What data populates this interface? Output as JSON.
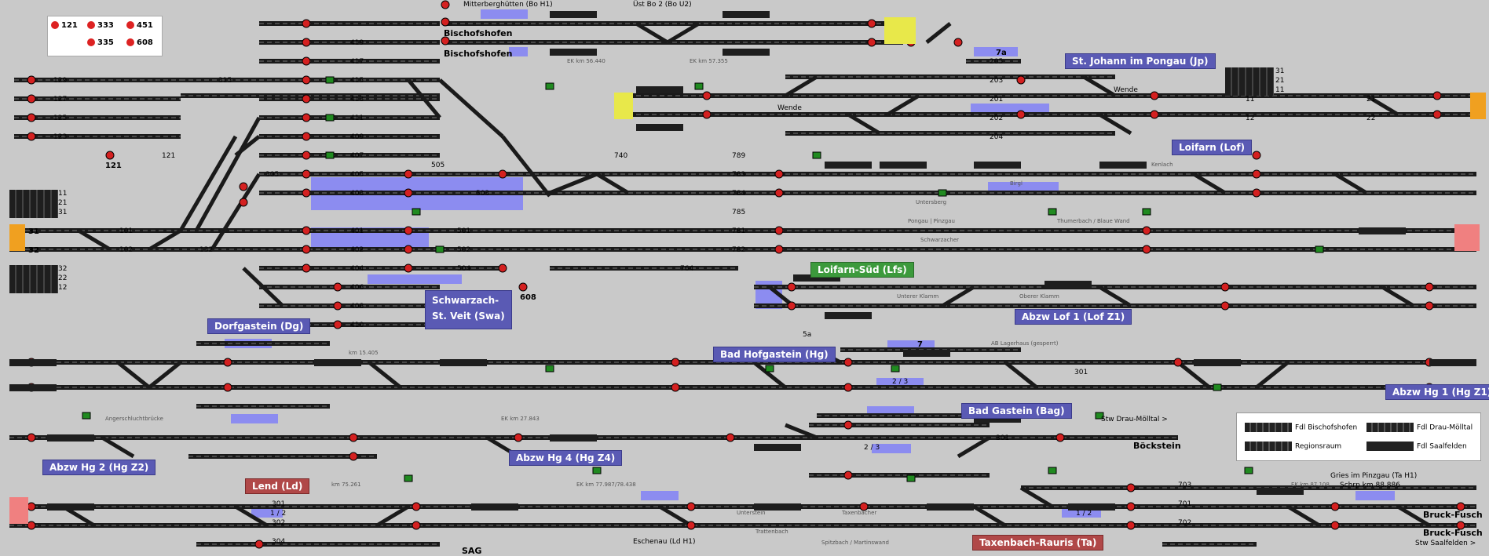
{
  "colors": {
    "background": "#c9c9c9",
    "track": "#1a1a1a",
    "track_occupied_blue": "#8c8cf0",
    "signal_red": "#d42020",
    "signal_green": "#208a20",
    "station_label": "#5a5ab4",
    "station_green": "#3c9a3c",
    "station_red": "#b04848",
    "boundary_orange": "#f0a020",
    "boundary_red": "#f08080",
    "boundary_yellow": "#e8e84a",
    "boundary_green": "#60e060"
  },
  "counters": [
    {
      "label": "121"
    },
    {
      "label": "333"
    },
    {
      "label": "451"
    },
    {
      "label": "335"
    },
    {
      "label": "608"
    }
  ],
  "stations": {
    "bischofshofen_1": "Bischofshofen",
    "bischofshofen_2": "Bischofshofen",
    "mitterberghuetten": "Mitterberghütten (Bo H1)",
    "uest_bo2": "Üst Bo 2 (Bo U2)",
    "st_johann": "St. Johann im Pongau (Jp)",
    "loifarn": "Loifarn (Lof)",
    "loifarn_sued": "Loifarn-Süd (Lfs)",
    "dorfgastein": "Dorfgastein (Dg)",
    "schwarzach_1": "Schwarzach-",
    "schwarzach_2": "St. Veit (Swa)",
    "abzw_lof1": "Abzw Lof 1 (Lof Z1)",
    "bad_hofgastein": "Bad Hofgastein (Hg)",
    "abzw_hg1": "Abzw Hg 1 (Hg Z1)",
    "bad_gastein": "Bad Gastein (Bag)",
    "abzw_hg2": "Abzw Hg 2 (Hg Z2)",
    "abzw_hg4": "Abzw Hg 4 (Hg Z4)",
    "lend": "Lend (Ld)",
    "boeckstein": "Böckstein",
    "taxenbach": "Taxenbach-Rauris (Ta)",
    "bruck_fusch_1": "Bruck-Fusch",
    "bruck_fusch_2": "Bruck-Fusch",
    "sag": "SAG",
    "eschenau": "Eschenau (Ld H1)",
    "gries": "Gries im Pinzgau (Ta H1)",
    "schrp": "Schrp km 88.886",
    "stw_saalfelden": "Stw Saalfelden >",
    "stw_drau": "Stw Drau-Mölltal >"
  },
  "places": {
    "wende_1": "Wende",
    "wende_2": "Wende",
    "kenlach": "Kenlach",
    "birgl": "Birgl",
    "untersberg": "Untersberg",
    "pongau": "Pongau | Pinzgau",
    "thumerbach": "Thumerbach / Blaue Wand",
    "schwarzacher": "Schwarzacher",
    "unterer_klamm": "Unterer Klamm",
    "oberer_klamm": "Oberer Klamm",
    "ab_lagerhaus": "AB Lagerhaus (gesperrt)",
    "angerschlucht": "Angerschluchtbrücke",
    "unterstein": "Unterstein",
    "taxenbacher": "Taxenbacher",
    "trattenbach": "Trattenbach",
    "spitzbach": "Spitzbach / Martinswand",
    "ek_56": "EK km 56.440",
    "ek_57": "EK km 57.355",
    "ek_27": "EK km 27.843",
    "ek_77": "EK km 77.987/78.438",
    "ek_87": "EK km 87.108",
    "km_15": "km 15.405",
    "km_75": "km 75.261"
  },
  "track_numbers": {
    "n129": "129",
    "n127": "127",
    "n125": "125",
    "n123": "123",
    "n121": "121",
    "n121b": "121",
    "n315": "315",
    "n305": "305",
    "n419": "419",
    "n417": "417",
    "n415": "415",
    "n413": "413",
    "n411": "411",
    "n409": "409",
    "n407": "407",
    "n405": "405",
    "n403": "403",
    "n401": "401",
    "n402": "402",
    "n404": "404",
    "n406": "406",
    "n408": "408",
    "n410": "410",
    "n505": "505",
    "n503": "503",
    "n501": "501",
    "n502": "502",
    "n504": "504",
    "n608": "608",
    "n740": "740",
    "n789": "789",
    "n783": "783",
    "n784": "784",
    "n785": "785",
    "n781": "781",
    "n782": "782",
    "n764": "764",
    "n101": "101",
    "n102": "102",
    "n132": "132",
    "n31": "31",
    "n32": "32",
    "n203": "203",
    "n201": "201",
    "n202": "202",
    "n204": "204",
    "n205": "205",
    "n11": "11",
    "n12": "12",
    "n21": "21",
    "n22": "22",
    "n7a": "7a",
    "n7": "7",
    "n5a": "5a",
    "n301": "301",
    "n302": "302",
    "n304": "304",
    "n701": "701",
    "n702": "702",
    "n703": "703",
    "frac12a": "1 / 2",
    "frac12b": "1 / 2",
    "frac23a": "2 / 3",
    "frac23b": "2 / 3"
  },
  "key_lists": {
    "left_top": [
      "11",
      "21",
      "31"
    ],
    "left_bottom": [
      "32",
      "22",
      "12"
    ],
    "right_top": [
      "31",
      "21",
      "11"
    ]
  },
  "legend": {
    "fdl_bischofshofen": "Fdl Bischofshofen",
    "fdl_drau": "Fdl Drau-Mölltal",
    "regionsraum": "Regionsraum",
    "fdl_saalfelden": "Fdl Saalfelden"
  }
}
